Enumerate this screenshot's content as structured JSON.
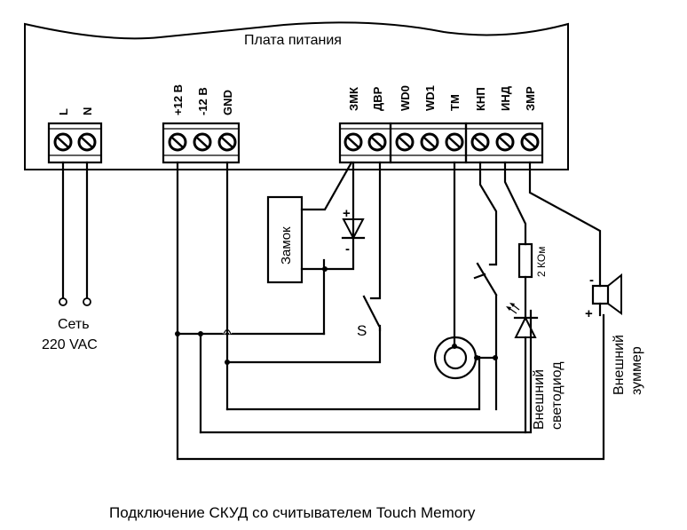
{
  "board": {
    "title": "Плата питания"
  },
  "terminals": {
    "mains": [
      "L",
      "N"
    ],
    "power": [
      "+12 В",
      "-12 В",
      "GND"
    ],
    "lock": [
      "ЗМК",
      "ДВР"
    ],
    "reader": [
      "WD0",
      "WD1",
      "ТМ"
    ],
    "indication": [
      "КНП",
      "ИНД",
      "ЗМР"
    ]
  },
  "components": {
    "mains_label_line1": "Сеть",
    "mains_label_line2": "220 VAC",
    "lock_label": "Замок",
    "diode_plus": "+",
    "diode_minus": "-",
    "switch_label": "S",
    "resistor_label": "2 КОм",
    "led_label_line1": "Внешний",
    "led_label_line2": "светодиод",
    "buzzer_plus": "+",
    "buzzer_minus": "-",
    "buzzer_label_line1": "Внешний",
    "buzzer_label_line2": "зуммер"
  },
  "caption": "Подключение СКУД со считывателем Touch Memory"
}
